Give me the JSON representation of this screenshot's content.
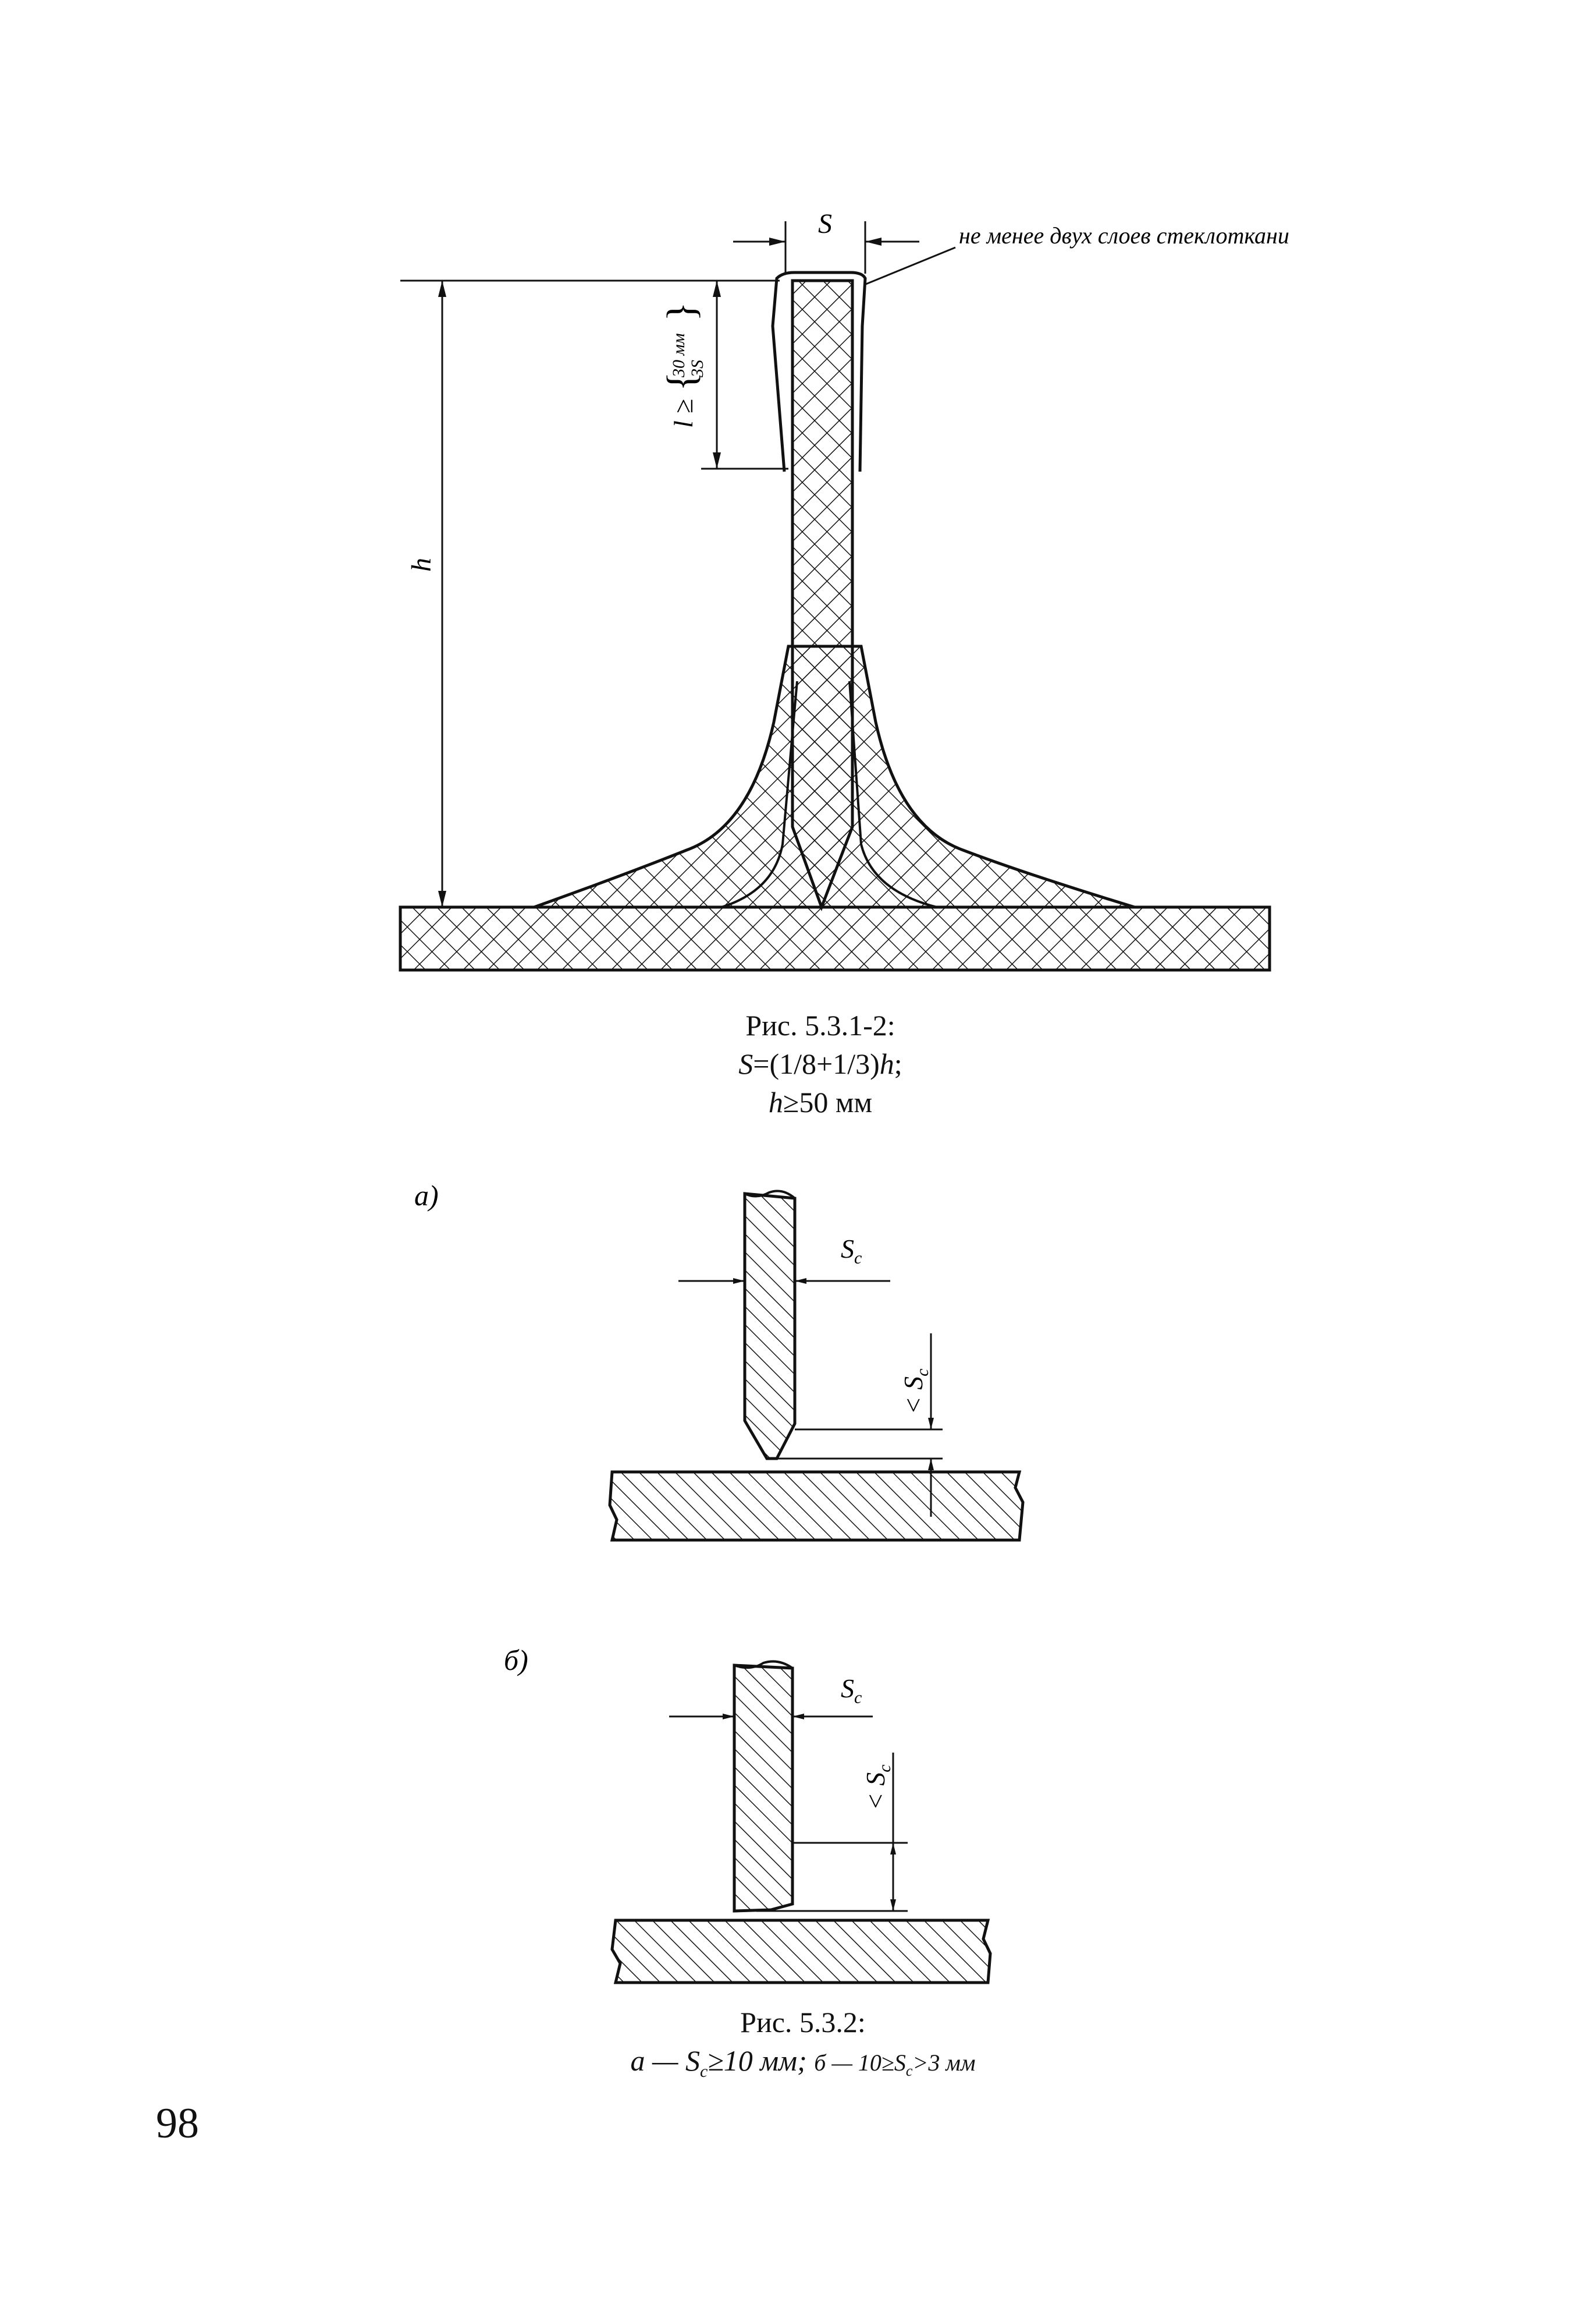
{
  "figure1": {
    "s_label": "S",
    "callout": "не менее двух слоев стеклоткани",
    "l_label": "l",
    "l_sign": "≥",
    "l_option_1": "30 мм",
    "l_option_2": "3S",
    "h_label": "h",
    "caption": {
      "line1": "Рис. 5.3.1-2:",
      "line2_var": "S",
      "line2_rest": "=(1/8+1/3)",
      "line2_var2": "h",
      "line2_end": ";",
      "line3_var": "h",
      "line3_rest": "≥50 мм"
    }
  },
  "figure2": {
    "panel_a_label": "а)",
    "panel_b_label": "б)",
    "sc_label": "S",
    "sc_sub": "c",
    "less_sc_prefix": "< S",
    "less_sc_sub": "c",
    "caption": {
      "line1": "Рис. 5.3.2:",
      "a_prefix": "а — S",
      "a_sub": "c",
      "a_rest": "≥10 мм;",
      "b_prefix": "б — 10≥S",
      "b_sub": "c",
      "b_rest": ">3 мм"
    }
  },
  "page_number": "98"
}
